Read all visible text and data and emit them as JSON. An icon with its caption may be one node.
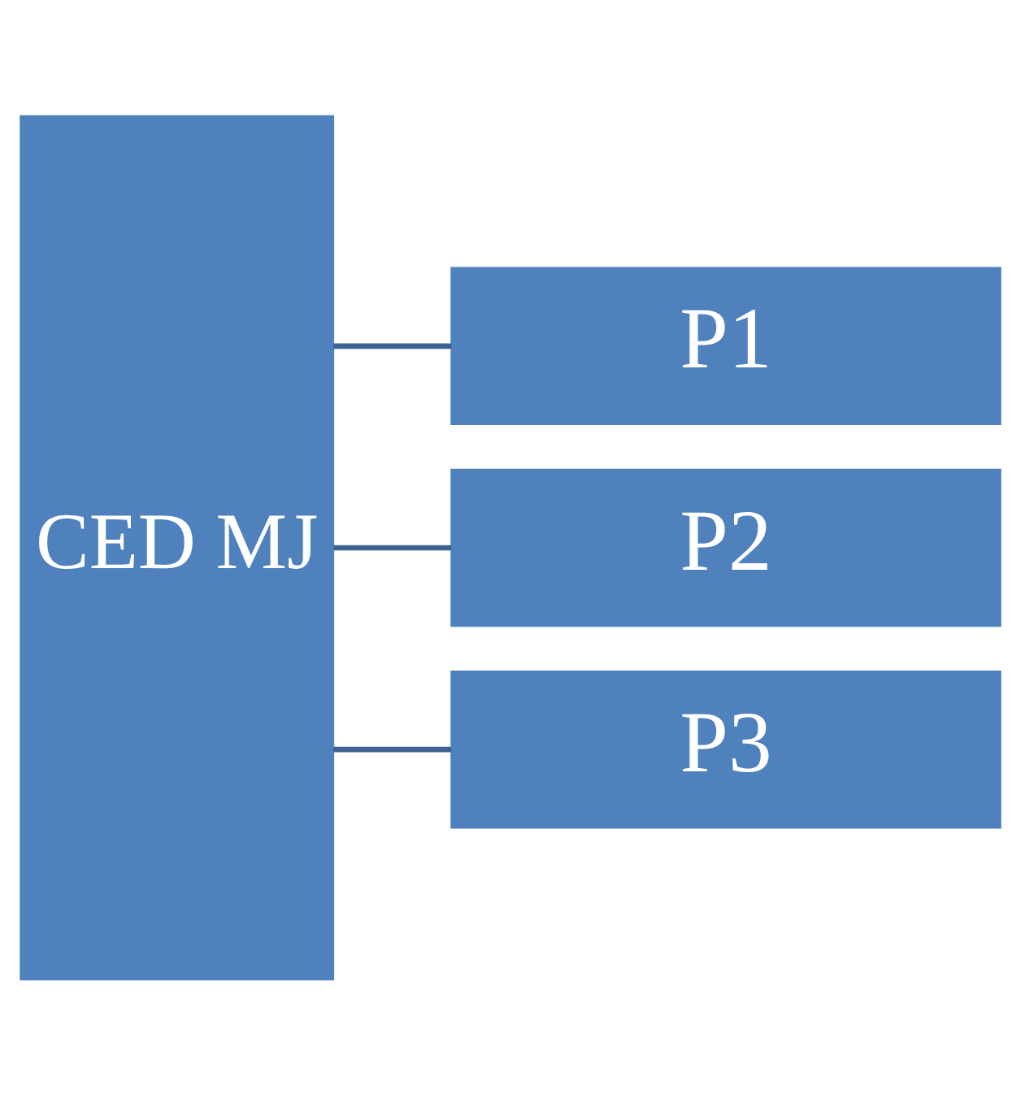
{
  "diagram": {
    "nodes": [
      {
        "text": [
          "CED MJ"
        ]
      },
      {
        "text": [
          "P1"
        ]
      },
      {
        "text": [
          "P2"
        ]
      },
      {
        "text": [
          "P3"
        ]
      }
    ],
    "edges": [
      {
        "from": 0,
        "to": 1,
        "arrow": "none"
      },
      {
        "from": 0,
        "to": 2,
        "arrow": "none"
      },
      {
        "from": 0,
        "to": 3,
        "arrow": "none"
      }
    ]
  }
}
